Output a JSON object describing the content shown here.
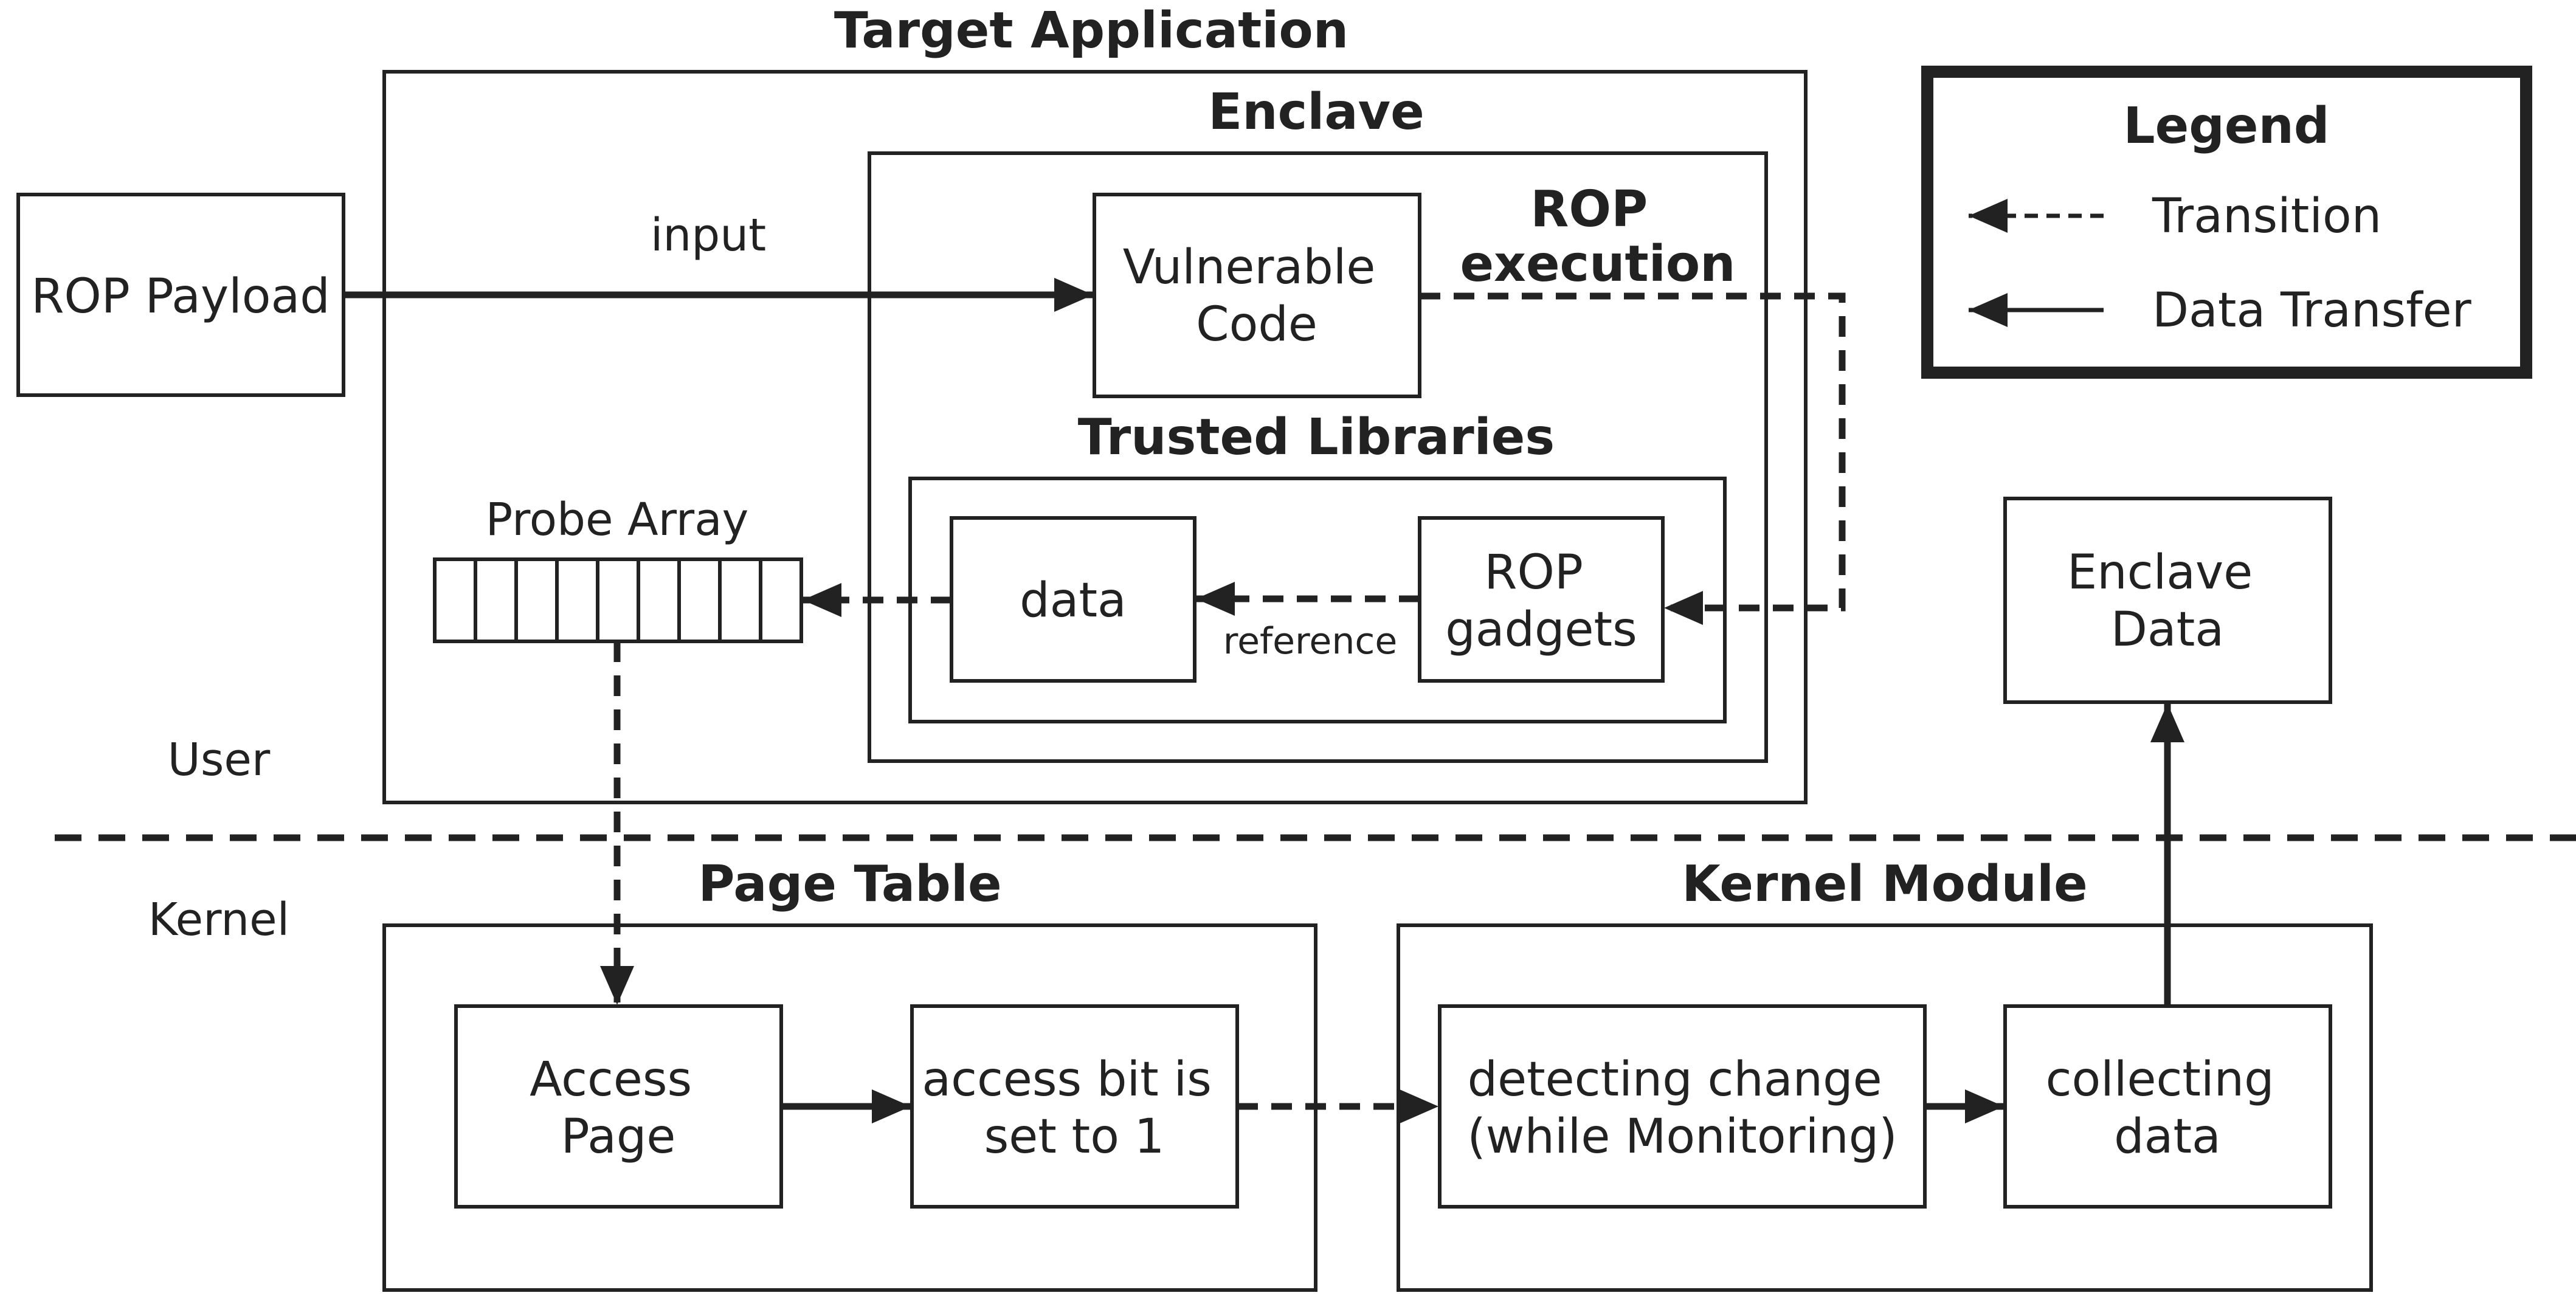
{
  "titles": {
    "target_application": "Target Application",
    "enclave": "Enclave",
    "trusted_libraries": "Trusted Libraries",
    "rop_execution": [
      "ROP",
      "execution"
    ],
    "page_table": "Page Table",
    "kernel_module": "Kernel Module"
  },
  "boxes": {
    "rop_payload": [
      "ROP Payload"
    ],
    "vulnerable_code": [
      "Vulnerable",
      "Code"
    ],
    "data": [
      "data"
    ],
    "rop_gadgets": [
      "ROP",
      "gadgets"
    ],
    "enclave_data": [
      "Enclave",
      "Data"
    ],
    "access_page": [
      "Access",
      "Page"
    ],
    "access_bit": [
      "access bit is",
      "set to 1"
    ],
    "detecting_change": [
      "detecting change",
      "(while Monitoring)"
    ],
    "collecting_data": [
      "collecting",
      "data"
    ]
  },
  "labels": {
    "input": "input",
    "reference": "reference",
    "probe_array": "Probe Array",
    "user": "User",
    "kernel": "Kernel"
  },
  "probe_array_cells": 9,
  "legend": {
    "title": "Legend",
    "transition": "Transition",
    "data_transfer": "Data Transfer"
  }
}
